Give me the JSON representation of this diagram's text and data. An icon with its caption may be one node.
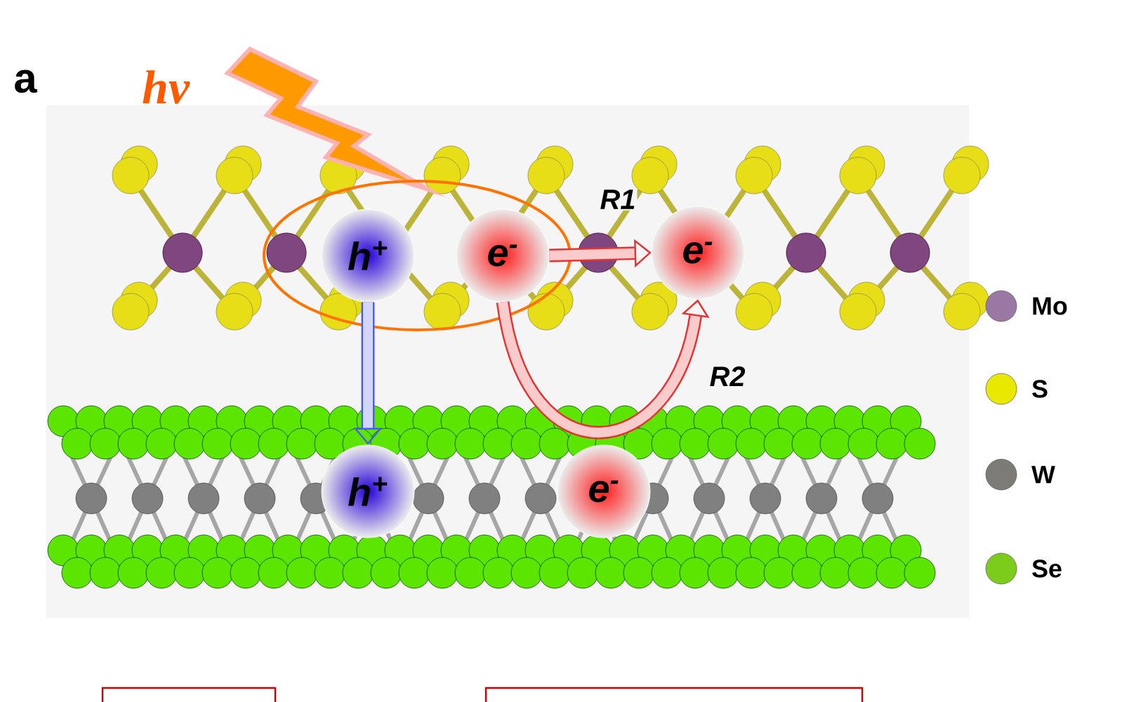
{
  "diagram": {
    "nodes": [
      {
        "text": [],
        "shape": "ellipse"
      },
      {
        "text": [
          "h$^{+}$"
        ],
        "in": 0
      },
      {
        "text": [
          "e$^{-}$"
        ],
        "in": 0
      },
      {
        "text": [
          "e$^{-}$"
        ]
      },
      {
        "text": [
          "h$^{+}$"
        ]
      },
      {
        "text": [
          "e$^{-}$"
        ]
      }
    ],
    "edges": [
      {
        "from": 2,
        "to": 3,
        "arrow": "to",
        "label": "R1"
      },
      {
        "from": 2,
        "to": 3,
        "arrow": "to",
        "label": "R2"
      },
      {
        "from": 1,
        "to": 4,
        "arrow": "to",
        "color": "#4a5cf0"
      }
    ],
    "labels": [
      "a",
      "hv"
    ],
    "legend": [
      {
        "text": "Mo",
        "color": "#9b78a3"
      },
      {
        "text": "S",
        "color": "#e8e800"
      },
      {
        "text": "W",
        "color": "#7c7b76"
      },
      {
        "text": "Se",
        "color": "#7ccc1c"
      }
    ]
  }
}
